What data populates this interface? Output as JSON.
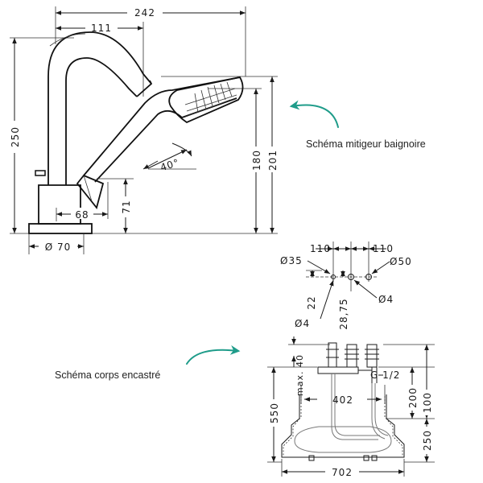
{
  "captions": {
    "mixer": "Schéma mitigeur baignoire",
    "body": "Schéma corps encastré"
  },
  "mixer_dims": {
    "total_width": "242",
    "spout_reach": "111",
    "total_height": "250",
    "height_180": "180",
    "height_201": "201",
    "angle": "40°",
    "base_68": "68",
    "base_71": "71",
    "base_diameter": "Ø 70"
  },
  "holes": {
    "spacing_left": "110",
    "spacing_right": "110",
    "d35": "Ø35",
    "d50": "Ø50",
    "d4_right": "Ø4",
    "d4_left": "Ø4",
    "v22": "22",
    "v2875": "28,75"
  },
  "body_dims": {
    "max40": "max. 40",
    "thread": "G 1/2",
    "w402": "402",
    "w702": "702",
    "h550": "550",
    "h200": "200",
    "h100": "100",
    "h250": "250"
  },
  "colors": {
    "accent_arrow": "#1f9c8a",
    "line": "#1a1a1a"
  },
  "icons": [
    "teal-curved-arrow-icon",
    "teal-curved-arrow-icon"
  ]
}
